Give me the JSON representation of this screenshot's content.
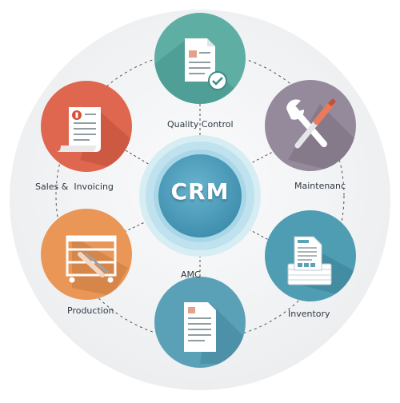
{
  "center": {
    "label": "CRM"
  },
  "modules": [
    {
      "key": "quality-control",
      "label": "Quality Control",
      "color": "#5eaea4",
      "icon": "document-checkmark-icon"
    },
    {
      "key": "maintenance",
      "label": "Maintenanc",
      "color": "#958a9c",
      "icon": "wrench-screwdriver-icon"
    },
    {
      "key": "inventory",
      "label": "Inventory",
      "color": "#4f9db3",
      "icon": "stacked-documents-icon"
    },
    {
      "key": "amc",
      "label": "AMC",
      "color": "#5aa1b8",
      "icon": "contract-document-icon"
    },
    {
      "key": "production",
      "label": "Production",
      "color": "#e99656",
      "icon": "production-cart-icon"
    },
    {
      "key": "sales-invoicing",
      "label": "Sales &  Invoicing",
      "color": "#e0674f",
      "icon": "invoice-document-icon"
    }
  ],
  "colors": {
    "center": "#4f9fbd",
    "ring": "#d9eef5",
    "background": "#f1f3f4",
    "connector": "#4a4f55"
  }
}
